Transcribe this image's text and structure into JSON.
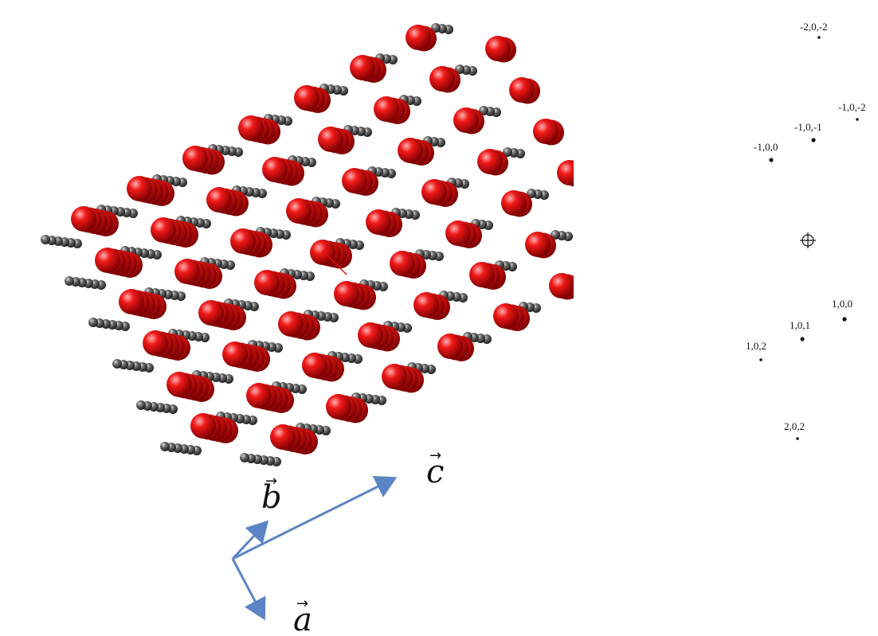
{
  "colors": {
    "oxygen": "#e01010",
    "oxygen_dark": "#8a0000",
    "carbon": "#555555",
    "carbon_dark": "#222222",
    "axis_arrow": "#5b84c4"
  },
  "axes": {
    "a_label": "a",
    "b_label": "b",
    "c_label": "c"
  },
  "reflections": [
    {
      "label": "-2,0,-2"
    },
    {
      "label": "-1,0,-2"
    },
    {
      "label": "-1,0,-1"
    },
    {
      "label": "-1,0,0"
    },
    {
      "label": "1,0,0"
    },
    {
      "label": "1,0,1"
    },
    {
      "label": "1,0,2"
    },
    {
      "label": "2,0,2"
    }
  ]
}
